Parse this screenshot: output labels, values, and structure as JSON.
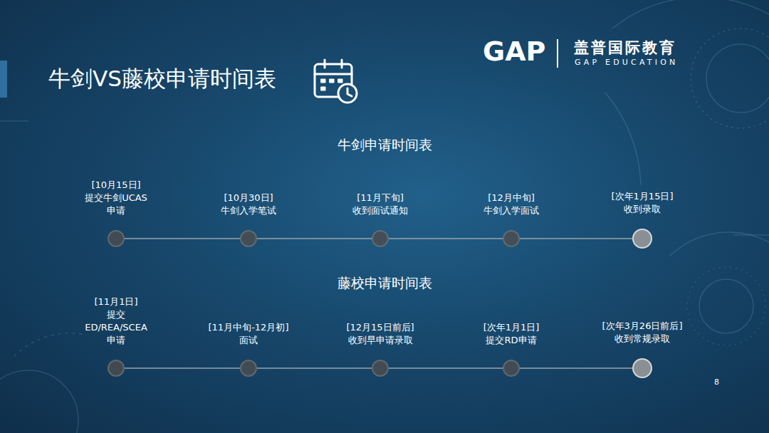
{
  "diagram": {
    "title": "牛剑VS藤校申请时间表",
    "nodes": [
      {
        "text": [
          "[10月15日]",
          "提交牛剑UCAS 申请"
        ]
      },
      {
        "text": [
          "[10月30日]",
          "牛剑入学笔试"
        ]
      },
      {
        "text": [
          "[11月下旬]",
          "收到面试通知"
        ]
      },
      {
        "text": [
          "[12月中旬]",
          "牛剑入学面试"
        ]
      },
      {
        "text": [
          "[次年1月15日]",
          "收到录取"
        ]
      },
      {
        "text": [
          "[11月1日]",
          "提交 ED/REA/SCEA 申请"
        ]
      },
      {
        "text": [
          "[11月中旬-12月初]",
          "面试"
        ]
      },
      {
        "text": [
          "[12月15日前后]",
          "收到早申请录取"
        ]
      },
      {
        "text": [
          "[次年1月1日]",
          "提交RD申请"
        ]
      },
      {
        "text": [
          "[次年3月26日前后]",
          "收到常规录取"
        ]
      }
    ],
    "edges": [
      {
        "from": 0,
        "to": 1,
        "arrow": "none"
      },
      {
        "from": 1,
        "to": 2,
        "arrow": "none"
      },
      {
        "from": 2,
        "to": 3,
        "arrow": "none"
      },
      {
        "from": 3,
        "to": 4,
        "arrow": "none"
      },
      {
        "from": 5,
        "to": 6,
        "arrow": "none"
      },
      {
        "from": 6,
        "to": 7,
        "arrow": "none"
      },
      {
        "from": 7,
        "to": 8,
        "arrow": "none"
      },
      {
        "from": 8,
        "to": 9,
        "arrow": "none"
      }
    ],
    "labels": [
      "牛剑申请时间表",
      "藤校申请时间表",
      "GAP",
      "盖普国际教育",
      "GAP EDUCATION",
      "8"
    ]
  }
}
